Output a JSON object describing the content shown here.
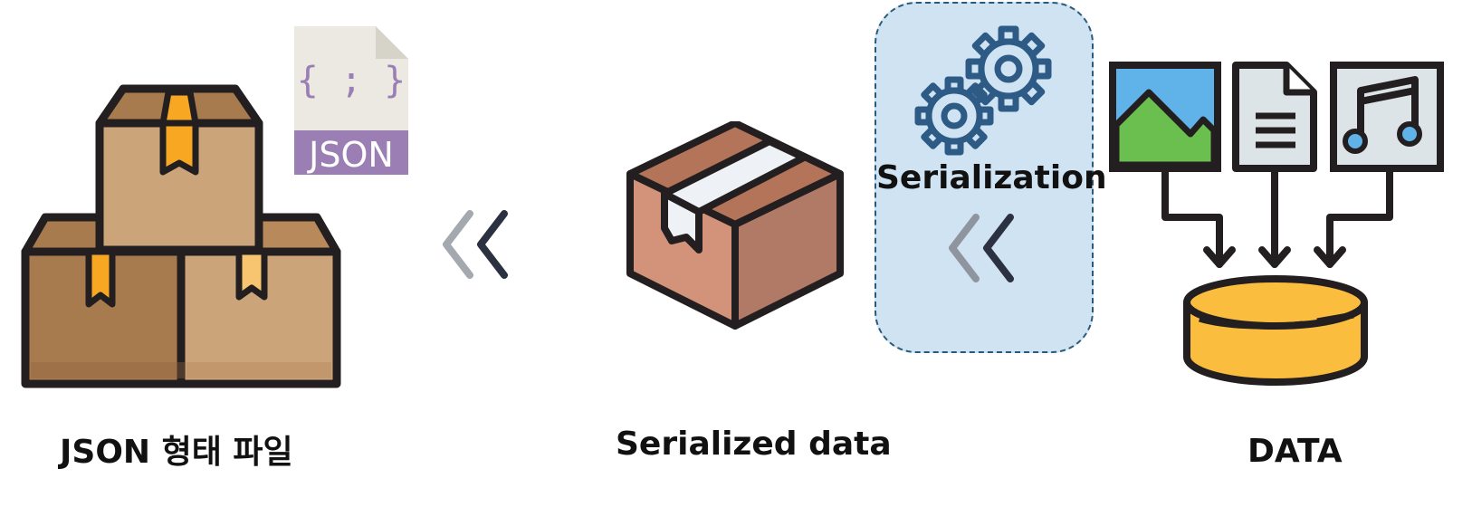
{
  "json_badge": {
    "text": "JSON",
    "glyph": "{ ; }"
  },
  "labels": {
    "json_file": "JSON 형태 파일",
    "serialized": "Serialized data",
    "data": "DATA"
  },
  "panel": {
    "title": "Serialization"
  },
  "colors": {
    "box_light": "#cca47a",
    "box_dark": "#a87b4f",
    "tape": "#f7a722",
    "outline": "#231f20",
    "panel_bg": "#cfe3f3",
    "json_purple": "#9b7fb4",
    "gear": "#2d5b86",
    "database": "#fbbd3d",
    "image_sky": "#5fb3e8",
    "image_hill": "#6bbf4e"
  },
  "icons": [
    "boxes-icon",
    "json-file-icon",
    "chevron-left-icon",
    "package-icon",
    "gears-icon",
    "image-file-icon",
    "document-icon",
    "music-file-icon",
    "database-icon",
    "arrow-down-icon"
  ]
}
